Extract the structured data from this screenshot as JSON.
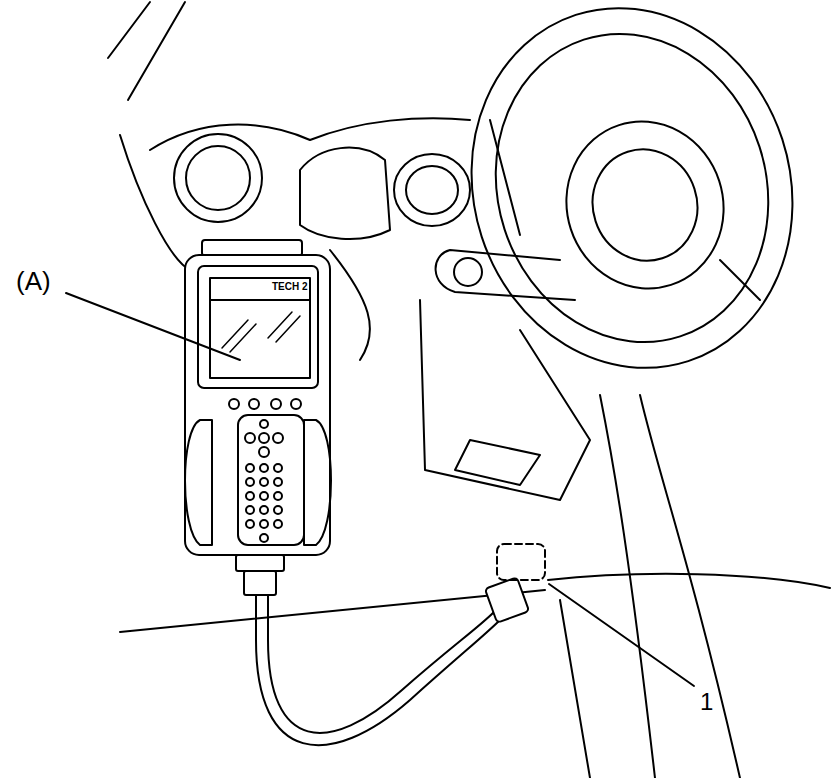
{
  "diagram": {
    "labels": [
      "(A)",
      "TECH 2",
      "1"
    ]
  }
}
